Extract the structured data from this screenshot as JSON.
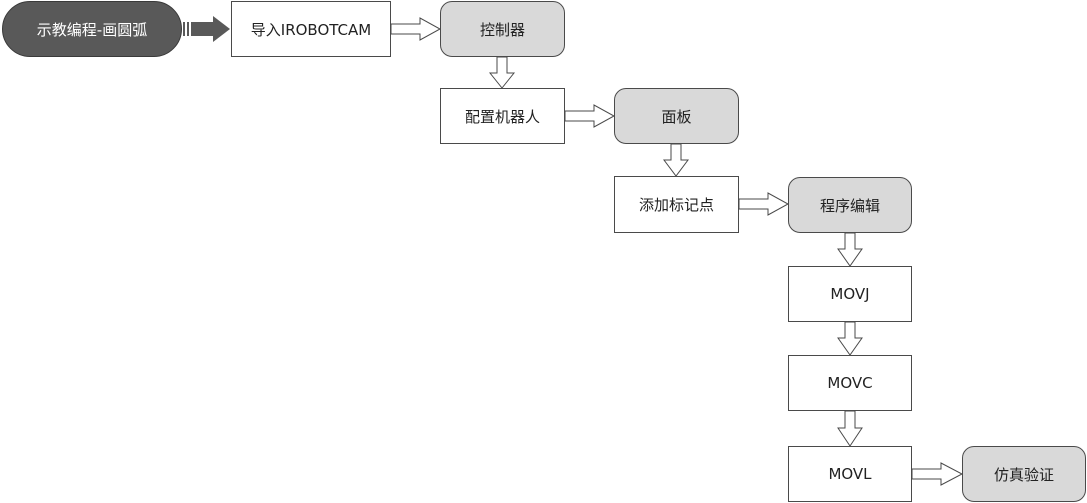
{
  "nodes": {
    "start": "示教编程-画圆弧",
    "import": "导入IROBOTCAM",
    "controller": "控制器",
    "config_robot": "配置机器人",
    "panel": "面板",
    "add_marker": "添加标记点",
    "program_edit": "程序编辑",
    "movj": "MOVJ",
    "movc": "MOVC",
    "movl": "MOVL",
    "sim_verify": "仿真验证"
  },
  "colors": {
    "start_fill": "#595959",
    "rounded_fill": "#d9d9d9",
    "rect_fill": "#ffffff",
    "stroke": "#4a4a4a"
  }
}
